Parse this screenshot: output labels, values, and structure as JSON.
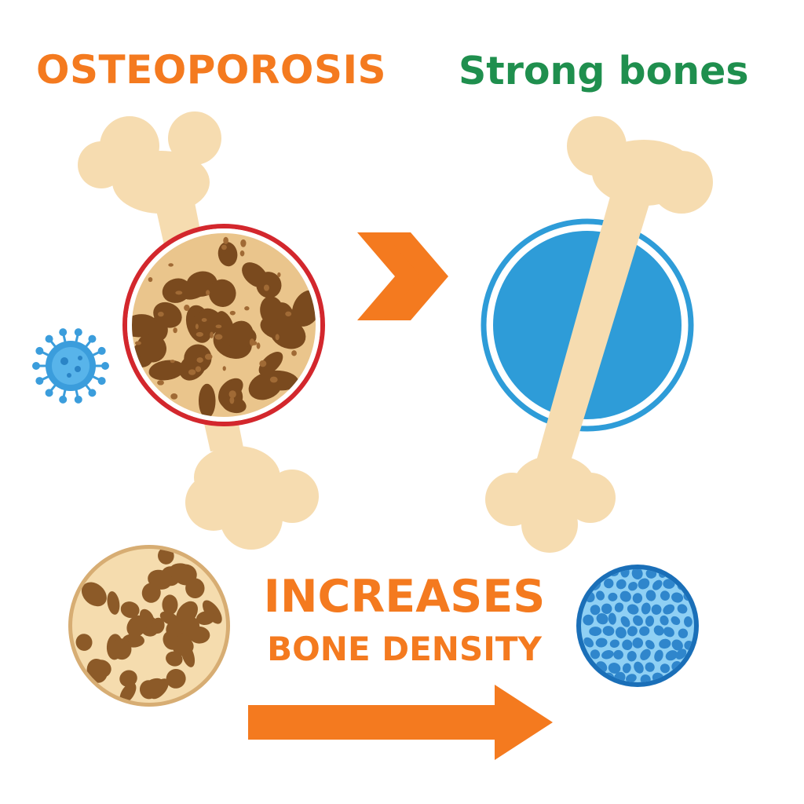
{
  "titles": {
    "left": "OSTEOPOROSIS",
    "right": "Strong bones"
  },
  "caption": {
    "line1": "INCREASES",
    "line2": "BONE DENSITY"
  },
  "colors": {
    "orange": "#f47a1f",
    "green": "#1f8f4e",
    "bone": "#f6dcb0",
    "bone_edge": "#edc68b",
    "red_ring": "#d3272d",
    "blue": "#2e9cd8",
    "blue_dark": "#1a6fb8",
    "porous_brown": "#7a4a1e"
  },
  "icons": {
    "germ": "virus-icon",
    "chevrons": "double-chevron-right-icon",
    "arrow": "arrow-right-icon"
  }
}
